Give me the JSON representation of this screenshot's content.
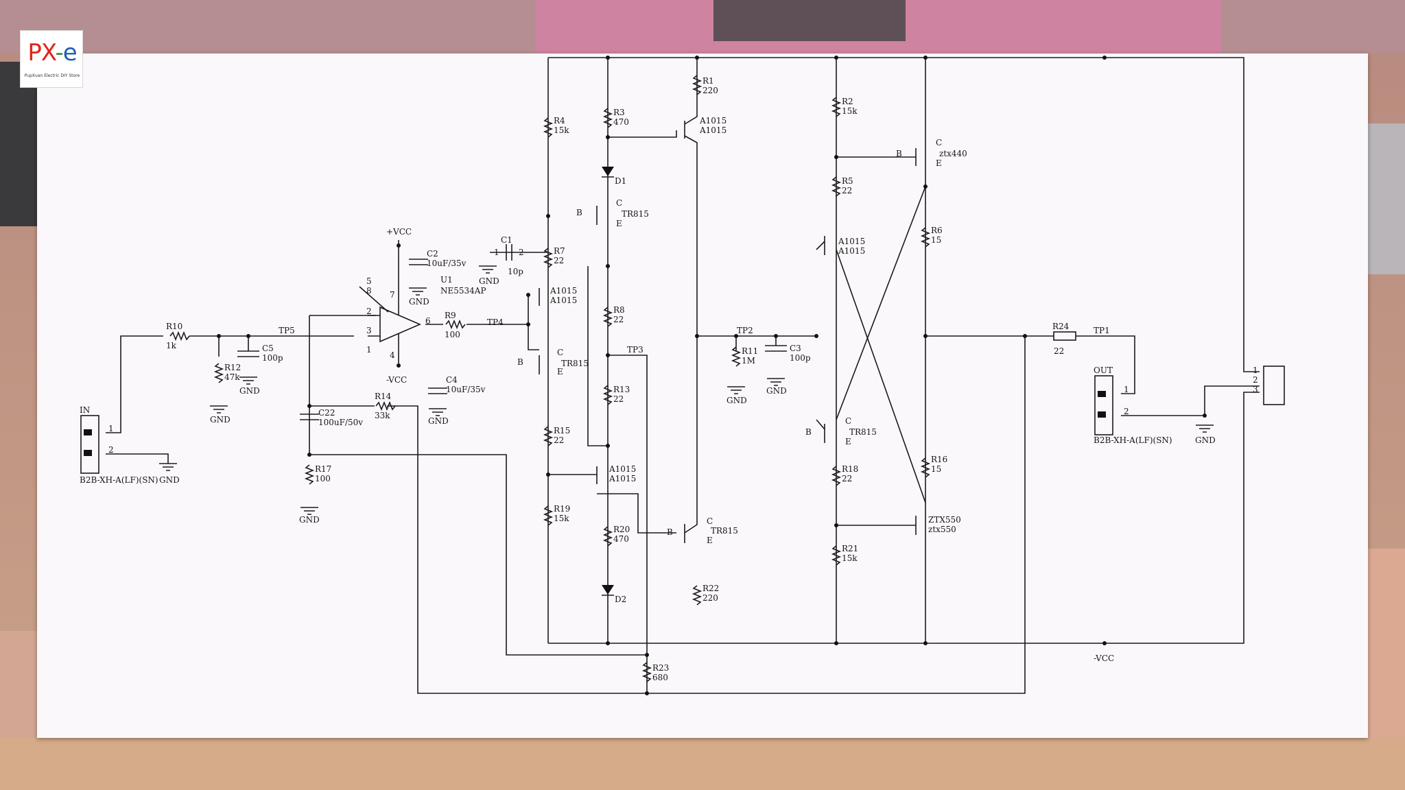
{
  "logo": {
    "mark_px": "PX",
    "mark_dash": "-",
    "mark_e": "e",
    "subtitle": "PupXuan Electric DIY Store"
  },
  "colors": {
    "sheet": "#fbf8fb",
    "wire": "#1a1a1a",
    "logo_red": "#e1251b",
    "logo_green": "#3c8c3c",
    "logo_blue": "#1e5fb4"
  },
  "components": {
    "R1": [
      "R1",
      "220"
    ],
    "R2": [
      "R2",
      "15k"
    ],
    "R3": [
      "R3",
      "470"
    ],
    "R4": [
      "R4",
      "15k"
    ],
    "R5": [
      "R5",
      "22"
    ],
    "R6": [
      "R6",
      "15"
    ],
    "R7": [
      "R7",
      "22"
    ],
    "R8": [
      "R8",
      "22"
    ],
    "R9": [
      "R9",
      "100"
    ],
    "R10": [
      "R10",
      "1k"
    ],
    "R11": [
      "R11",
      "1M"
    ],
    "R12": [
      "R12",
      "47k"
    ],
    "R13": [
      "R13",
      "22"
    ],
    "R14": [
      "R14",
      "33k"
    ],
    "R15": [
      "R15",
      "22"
    ],
    "R16": [
      "R16",
      "15"
    ],
    "R17": [
      "R17",
      "100"
    ],
    "R18": [
      "R18",
      "22"
    ],
    "R19": [
      "R19",
      "15k"
    ],
    "R20": [
      "R20",
      "470"
    ],
    "R21": [
      "R21",
      "15k"
    ],
    "R22": [
      "R22",
      "220"
    ],
    "R23": [
      "R23",
      "680"
    ],
    "R24": [
      "R24",
      "22"
    ],
    "C1": [
      "C1",
      "10p"
    ],
    "C2": [
      "C2",
      "10uF/35v"
    ],
    "C3": [
      "C3",
      "100p"
    ],
    "C4": [
      "C4",
      "10uF/35v"
    ],
    "C5": [
      "C5",
      "100p"
    ],
    "C22": [
      "C22",
      "100uF/50v"
    ],
    "U1": [
      "U1",
      "NE5534AP"
    ],
    "Q_A1015": "A1015",
    "Q_TR815": "TR815",
    "Q_ztx440": "ztx440",
    "Q_ZTX550": "ZTX550",
    "Q_ztx550": "ztx550",
    "D1": "D1",
    "D2": "D2"
  },
  "nets": {
    "vcc_pos": "+VCC",
    "vcc_neg": "-VCC",
    "gnd": "GND",
    "tp1": "TP1",
    "tp2": "TP2",
    "tp3": "TP3",
    "tp4": "TP4",
    "tp5": "TP5"
  },
  "connectors": {
    "in_label": "IN",
    "out_label": "OUT",
    "part": "B2B-XH-A(LF)(SN)"
  },
  "pins": {
    "p1": "1",
    "p2": "2",
    "p3": "3",
    "p4": "4",
    "p5": "5",
    "p6": "6",
    "p7": "7",
    "p8": "8"
  },
  "transistor_pins": {
    "b": "B",
    "c": "C",
    "e": "E"
  }
}
